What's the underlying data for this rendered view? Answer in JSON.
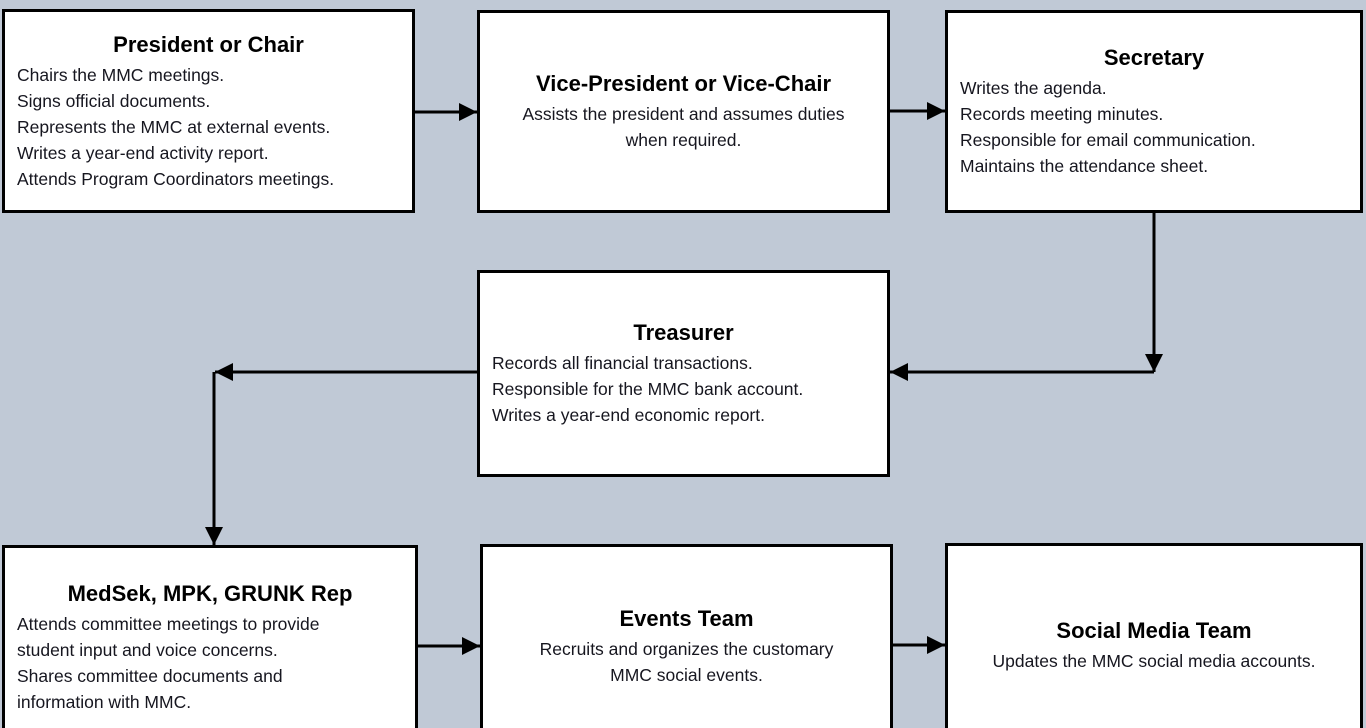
{
  "diagram": {
    "background_color": "#c0c9d6",
    "node_fill_color": "#ffffff",
    "node_border_color": "#000000",
    "arrow_color": "#000000",
    "title_color": "#000000",
    "text_color": "#16161f"
  },
  "nodes": [
    {
      "id": "president",
      "title": "President or Chair",
      "lines": [
        "Chairs the MMC meetings.",
        "Signs official documents.",
        "Represents the MMC at external events.",
        "Writes a year-end activity report.",
        "Attends Program Coordinators meetings."
      ]
    },
    {
      "id": "vice-president",
      "title": "Vice-President or Vice-Chair",
      "lines": [
        "Assists the president and assumes duties",
        "when required."
      ]
    },
    {
      "id": "secretary",
      "title": "Secretary",
      "lines": [
        "Writes the agenda.",
        "Records meeting minutes.",
        "Responsible for email communication.",
        "Maintains the attendance sheet."
      ]
    },
    {
      "id": "treasurer",
      "title": "Treasurer",
      "lines": [
        "Records all financial transactions.",
        "Responsible for the MMC bank account.",
        "Writes a year-end economic report."
      ]
    },
    {
      "id": "medsek-rep",
      "title": "MedSek, MPK, GRUNK Rep",
      "lines": [
        "Attends committee meetings to provide",
        "student input and voice concerns.",
        "Shares committee documents and",
        "information with MMC."
      ]
    },
    {
      "id": "events-team",
      "title": "Events Team",
      "lines": [
        "Recruits and organizes the customary",
        "MMC social events."
      ]
    },
    {
      "id": "social-media-team",
      "title": "Social Media Team",
      "lines": [
        "Updates the MMC social media accounts."
      ]
    }
  ],
  "connections": [
    {
      "from": "president",
      "to": "vice-president"
    },
    {
      "from": "vice-president",
      "to": "secretary"
    },
    {
      "from": "secretary",
      "to": "treasurer"
    },
    {
      "from": "treasurer",
      "to": "medsek-rep"
    },
    {
      "from": "medsek-rep",
      "to": "events-team"
    },
    {
      "from": "events-team",
      "to": "social-media-team"
    }
  ]
}
